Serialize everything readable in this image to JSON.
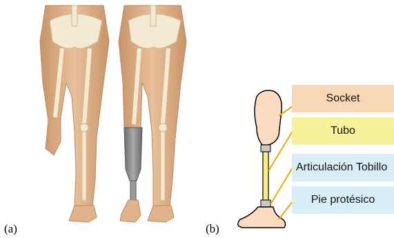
{
  "panels": {
    "a_label": "(a)",
    "b_label": "(b)"
  },
  "parts": [
    {
      "label": "Socket",
      "color": "#f7d7b5"
    },
    {
      "label": "Tubo",
      "color": "#f6f19a"
    },
    {
      "label": "Articulación Tobillo",
      "color": "#d9eef7"
    },
    {
      "label": "Pie protésico",
      "color": "#d9eef7"
    }
  ],
  "colors": {
    "skin": "#e3b68c",
    "skin_dark": "#c99468",
    "bone": "#f3ead4",
    "prosthesis_gray": "#8e8e8e",
    "connector": "#f0a800",
    "tube_yellow": "#f4f081"
  }
}
